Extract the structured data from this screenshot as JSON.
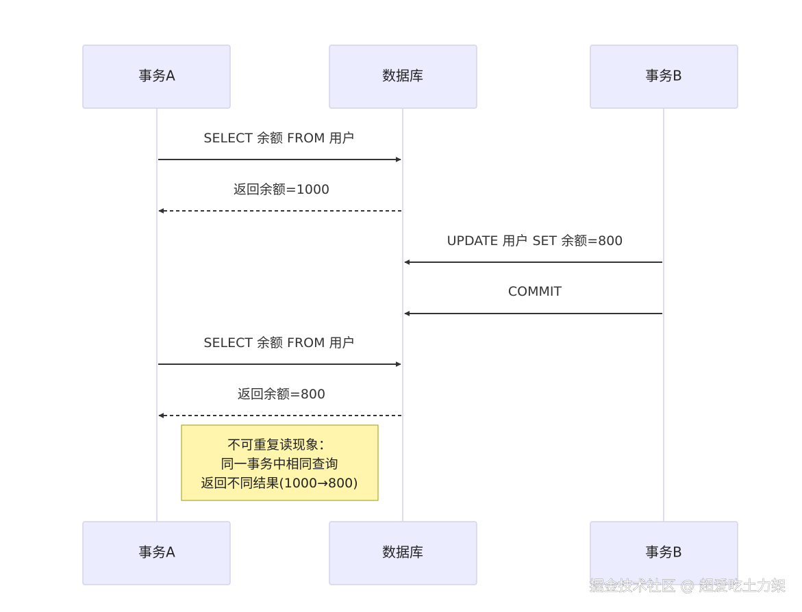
{
  "participants": [
    {
      "id": "A",
      "label": "事务A"
    },
    {
      "id": "DB",
      "label": "数据库"
    },
    {
      "id": "B",
      "label": "事务B"
    }
  ],
  "messages": [
    {
      "from": "A",
      "to": "DB",
      "label": "SELECT 余额 FROM 用户",
      "style": "solid"
    },
    {
      "from": "DB",
      "to": "A",
      "label": "返回余额=1000",
      "style": "dashed"
    },
    {
      "from": "B",
      "to": "DB",
      "label": "UPDATE 用户 SET 余额=800",
      "style": "solid"
    },
    {
      "from": "B",
      "to": "DB",
      "label": "COMMIT",
      "style": "solid"
    },
    {
      "from": "A",
      "to": "DB",
      "label": "SELECT 余额 FROM 用户",
      "style": "solid"
    },
    {
      "from": "DB",
      "to": "A",
      "label": "返回余额=800",
      "style": "dashed"
    }
  ],
  "note": {
    "lines": [
      "不可重复读现象：",
      "同一事务中相同查询",
      "返回不同结果(1000→800)"
    ]
  },
  "watermark": "掘金技术社区 @ 超爱吃土力架",
  "colors": {
    "actor_fill": "#ececff",
    "actor_border": "#d3d3ea",
    "note_fill": "#fff5ad",
    "note_border": "#aaaa33",
    "line": "#333333"
  }
}
